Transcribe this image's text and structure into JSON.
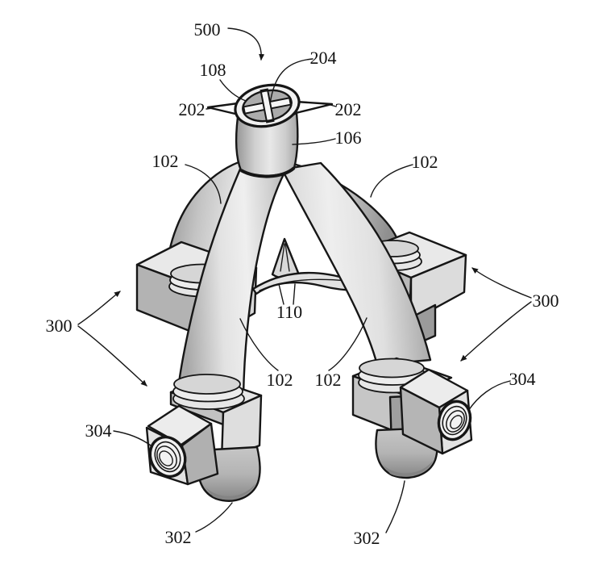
{
  "figure": {
    "labels": [
      {
        "id": "500",
        "text": "500"
      },
      {
        "id": "204",
        "text": "204"
      },
      {
        "id": "108",
        "text": "108"
      },
      {
        "id": "202-left",
        "text": "202"
      },
      {
        "id": "202-right",
        "text": "202"
      },
      {
        "id": "106",
        "text": "106"
      },
      {
        "id": "102-upper-left",
        "text": "102"
      },
      {
        "id": "102-upper-right",
        "text": "102"
      },
      {
        "id": "110",
        "text": "110"
      },
      {
        "id": "102-lower-left",
        "text": "102"
      },
      {
        "id": "102-lower-right",
        "text": "102"
      },
      {
        "id": "300-left",
        "text": "300"
      },
      {
        "id": "300-right",
        "text": "300"
      },
      {
        "id": "304-left",
        "text": "304"
      },
      {
        "id": "304-right",
        "text": "304"
      },
      {
        "id": "302-left",
        "text": "302"
      },
      {
        "id": "302-right",
        "text": "302"
      }
    ],
    "colors": {
      "background": "#ffffff",
      "outline": "#161616",
      "tube_light": "#efefef",
      "tube_mid": "#c9c9c9",
      "tube_dark": "#8f8f8f",
      "face_top": "#ececec",
      "face_side": "#adadad"
    }
  }
}
